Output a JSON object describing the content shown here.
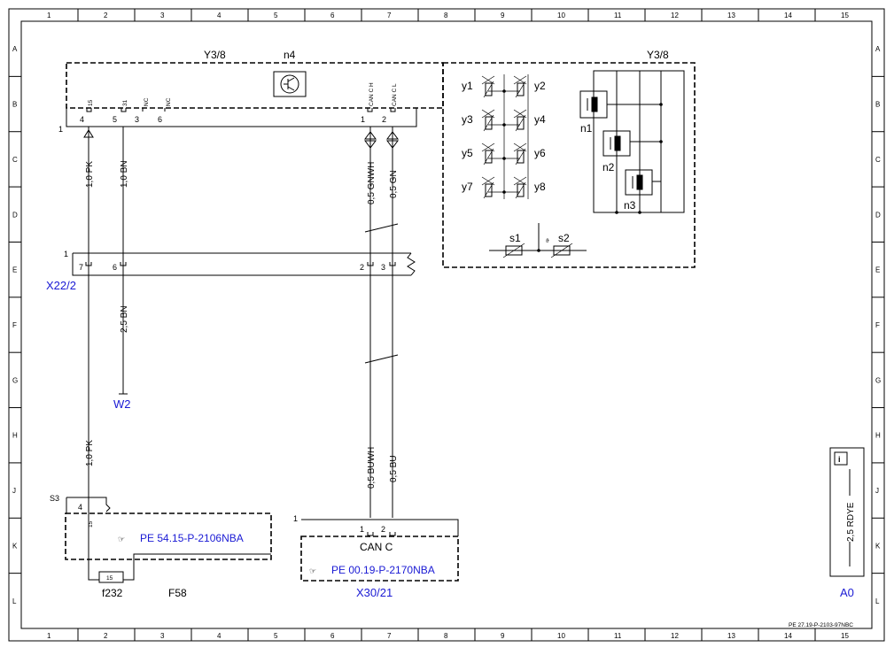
{
  "grid": {
    "columns": [
      "1",
      "2",
      "3",
      "4",
      "5",
      "6",
      "7",
      "8",
      "9",
      "10",
      "11",
      "12",
      "13",
      "14",
      "15"
    ],
    "rows": [
      "A",
      "B",
      "C",
      "D",
      "E",
      "F",
      "G",
      "H",
      "J",
      "K",
      "L"
    ]
  },
  "modules": {
    "y3_8_left": "Y3/8",
    "y3_8_right": "Y3/8",
    "n4": "n4",
    "connector_ref": "1",
    "pin_labels": [
      "15",
      "31",
      "NC",
      "NC",
      "CAN C H",
      "CAN C L"
    ],
    "pin_numbers": [
      "4",
      "5",
      "3",
      "6",
      "1",
      "2"
    ]
  },
  "valves": {
    "labels": [
      "y1",
      "y2",
      "y3",
      "y4",
      "y5",
      "y6",
      "y7",
      "y8"
    ],
    "solenoids": [
      "n1",
      "n2",
      "n3"
    ],
    "sensors": [
      "s1",
      "s2"
    ],
    "theta": "ϑ"
  },
  "wires": {
    "w1": "1,0 PK",
    "w2": "1,0 BN",
    "w3": "0,5 GNWH",
    "w4": "0,5 GN",
    "w5": "2,5 BN",
    "w6": "1,0 PK",
    "w7": "0,5 BUWH",
    "w8": "0,5 BU",
    "w9": "2,5 RDYE"
  },
  "connectors": {
    "x22_2": "X22/2",
    "x22_ref": "1",
    "x22_pins": [
      "7",
      "6",
      "2",
      "3"
    ],
    "w2": "W2",
    "s3": "S3",
    "s3_pin": "4",
    "s3_pin15": "15",
    "f232": "f232",
    "f232_pin": "15",
    "f58": "F58",
    "x30_21": "X30/21",
    "x30_ref": "1",
    "x30_pins": [
      "1",
      "2"
    ],
    "can_c": "CAN C",
    "a0": "A0",
    "info": "i"
  },
  "refs": {
    "pe_54": "PE 54.15-P-2106NBA",
    "pe_00": "PE 00.19-P-2170NBA",
    "doc_id": "PE 27.19-P-2103-97NBC"
  }
}
